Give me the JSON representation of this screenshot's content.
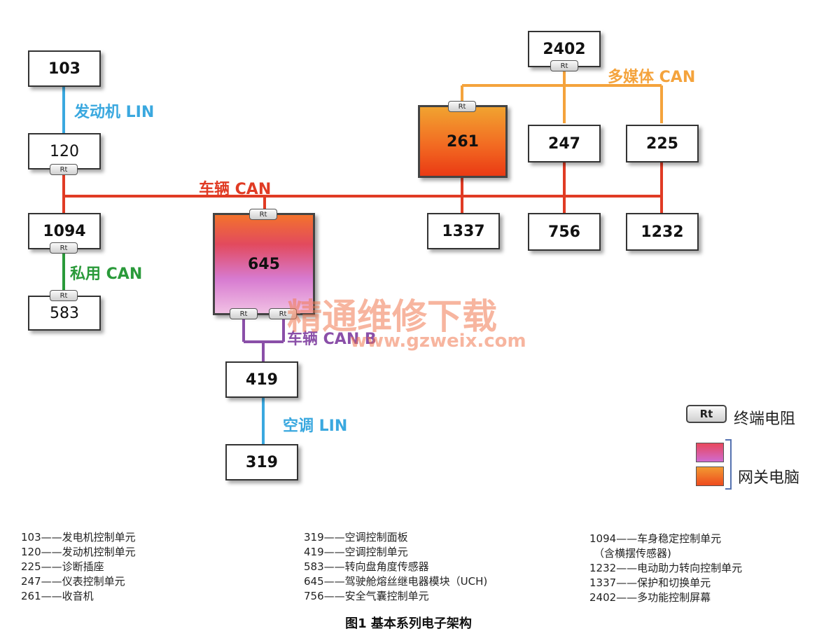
{
  "colors": {
    "vehicle_can": "#e03b24",
    "multimedia_can": "#f4a33c",
    "engine_lin": "#3aa8df",
    "private_can": "#2a9a3a",
    "can_b": "#8a4fa8",
    "ac_lin": "#3aa8df"
  },
  "nodes": {
    "n103": "103",
    "n120": "120",
    "n1094": "1094",
    "n583": "583",
    "n645": "645",
    "n419": "419",
    "n319": "319",
    "n2402": "2402",
    "n261": "261",
    "n247": "247",
    "n225": "225",
    "n1337": "1337",
    "n756": "756",
    "n1232": "1232"
  },
  "rt_label": "Rt",
  "rt_label_alt": "Rt",
  "buses": {
    "engine_lin": "发动机 LIN",
    "vehicle_can": "车辆 CAN",
    "private_can": "私用 CAN",
    "vehicle_can_b": "车辆 CAN B",
    "ac_lin": "空调 LIN",
    "multimedia_can": "多媒体 CAN"
  },
  "key": {
    "terminal_resistor": "终端电阻",
    "gateway": "网关电脑"
  },
  "watermark": {
    "line1": "精通维修下载",
    "line2": "www.gzweix.com"
  },
  "legend": {
    "col1": [
      "103——发电机控制单元",
      "120——发动机控制单元",
      "225——诊断插座",
      "247——仪表控制单元",
      "261——收音机"
    ],
    "col2": [
      "319——空调控制面板",
      "419——空调控制单元",
      "583——转向盘角度传感器",
      "645——驾驶舱熔丝继电器模块（UCH)",
      "756——安全气囊控制单元"
    ],
    "col3": [
      "1094——车身稳定控制单元",
      "（含横摆传感器)",
      "1232——电动助力转向控制单元",
      "1337——保护和切换单元",
      "2402——多功能控制屏幕"
    ]
  },
  "caption": "图1  基本系列电子架构"
}
